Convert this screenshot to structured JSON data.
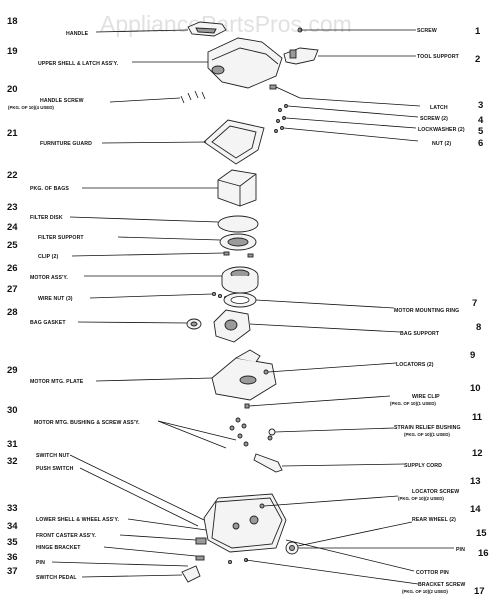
{
  "watermark": "AppliancePartsPros.com",
  "callouts": [
    {
      "id": "n1",
      "number": "1",
      "label": "SCREW"
    },
    {
      "id": "n2",
      "number": "2",
      "label": "TOOL SUPPORT"
    },
    {
      "id": "n3",
      "number": "3",
      "label": "LATCH"
    },
    {
      "id": "n4",
      "number": "4",
      "label": "SCREW (2)"
    },
    {
      "id": "n5",
      "number": "5",
      "label": "LOCKWASHER (2)"
    },
    {
      "id": "n6",
      "number": "6",
      "label": "NUT (2)"
    },
    {
      "id": "n7",
      "number": "7",
      "label": "MOTOR MOUNTING RING"
    },
    {
      "id": "n8",
      "number": "8",
      "label": "BAG SUPPORT"
    },
    {
      "id": "n9",
      "number": "9",
      "label": "LOCATORS (2)"
    },
    {
      "id": "n10",
      "number": "10",
      "label": "WIRE CLIP",
      "sub": "(PKG. OF 10)(1 USED)"
    },
    {
      "id": "n11",
      "number": "11",
      "label": "STRAIN RELIEF BUSHING",
      "sub": "(PKG. OF 10)(1 USED)"
    },
    {
      "id": "n12",
      "number": "12",
      "label": "SUPPLY CORD"
    },
    {
      "id": "n13",
      "number": "13",
      "label": "LOCATOR SCREW",
      "sub": "(PKG. OF 10)(2 USED)"
    },
    {
      "id": "n14",
      "number": "14",
      "label": "REAR WHEEL (2)"
    },
    {
      "id": "n15",
      "number": "15",
      "label": ""
    },
    {
      "id": "n16",
      "number": "16",
      "label": "PIN"
    },
    {
      "id": "n16b",
      "number": "",
      "label": "COTTOR PIN"
    },
    {
      "id": "n17",
      "number": "17",
      "label": "BRACKET SCREW",
      "sub": "(PKG. OF 10)(2 USED)"
    },
    {
      "id": "n18",
      "number": "18",
      "label": "HANDLE"
    },
    {
      "id": "n19",
      "number": "19",
      "label": "UPPER SHELL & LATCH ASS'Y."
    },
    {
      "id": "n20",
      "number": "20",
      "label": "HANDLE SCREW",
      "sub": "(PKG. OF 10)(4 USED)"
    },
    {
      "id": "n21",
      "number": "21",
      "label": "FURNITURE GUARD"
    },
    {
      "id": "n22",
      "number": "22",
      "label": "PKG. OF BAGS"
    },
    {
      "id": "n23",
      "number": "23",
      "label": "FILTER DISK"
    },
    {
      "id": "n24",
      "number": "24",
      "label": "FILTER SUPPORT"
    },
    {
      "id": "n25",
      "number": "25",
      "label": "CLIP (2)"
    },
    {
      "id": "n26",
      "number": "26",
      "label": "MOTOR ASS'Y."
    },
    {
      "id": "n27",
      "number": "27",
      "label": "WIRE NUT (3)"
    },
    {
      "id": "n28",
      "number": "28",
      "label": "BAG GASKET"
    },
    {
      "id": "n29",
      "number": "29",
      "label": "MOTOR MTG. PLATE"
    },
    {
      "id": "n30",
      "number": "30",
      "label": "MOTOR MTG. BUSHING & SCREW ASS'Y."
    },
    {
      "id": "n31",
      "number": "31",
      "label": "SWITCH NUT"
    },
    {
      "id": "n32",
      "number": "32",
      "label": "PUSH SWITCH"
    },
    {
      "id": "n33",
      "number": "33",
      "label": "LOWER SHELL & WHEEL ASS'Y."
    },
    {
      "id": "n34",
      "number": "34",
      "label": "FRONT CASTER ASS'Y."
    },
    {
      "id": "n35",
      "number": "35",
      "label": "HINGE BRACKET"
    },
    {
      "id": "n36",
      "number": "36",
      "label": "PIN"
    },
    {
      "id": "n37",
      "number": "37",
      "label": "SWITCH PEDAL"
    }
  ]
}
